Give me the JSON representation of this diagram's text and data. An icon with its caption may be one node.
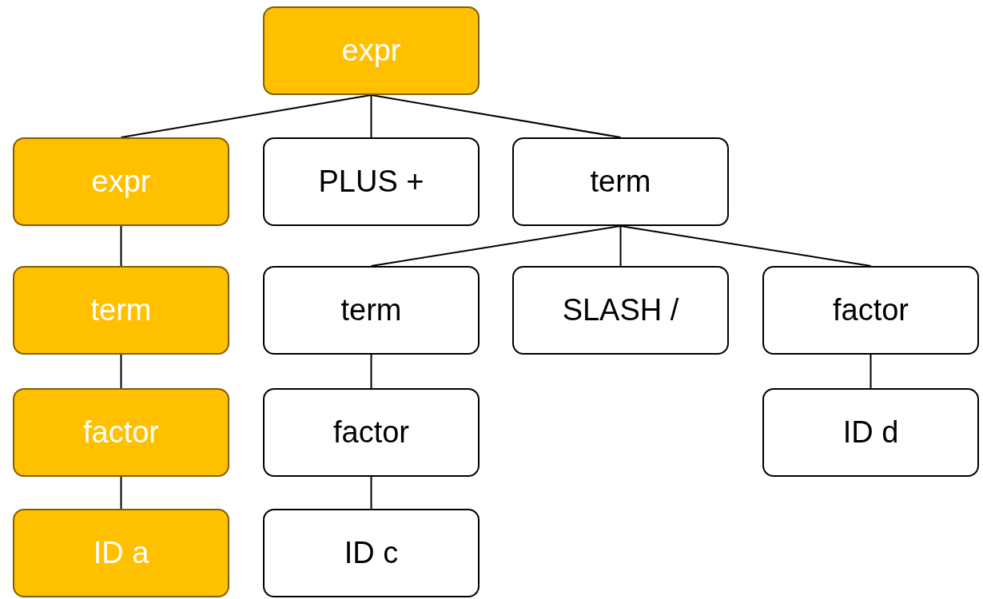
{
  "diagram": {
    "nodes": [
      {
        "text": [
          "expr"
        ]
      },
      {
        "text": [
          "expr"
        ]
      },
      {
        "text": [
          "PLUS +"
        ]
      },
      {
        "text": [
          "term"
        ]
      },
      {
        "text": [
          "term"
        ]
      },
      {
        "text": [
          "term"
        ]
      },
      {
        "text": [
          "SLASH /"
        ]
      },
      {
        "text": [
          "factor"
        ]
      },
      {
        "text": [
          "factor"
        ]
      },
      {
        "text": [
          "factor"
        ]
      },
      {
        "text": [
          "ID d"
        ]
      },
      {
        "text": [
          "ID a"
        ]
      },
      {
        "text": [
          "ID c"
        ]
      }
    ],
    "edges": [
      {
        "from": 0,
        "to": 1,
        "arrow": "none"
      },
      {
        "from": 0,
        "to": 2,
        "arrow": "none"
      },
      {
        "from": 0,
        "to": 3,
        "arrow": "none"
      },
      {
        "from": 1,
        "to": 4,
        "arrow": "none"
      },
      {
        "from": 3,
        "to": 5,
        "arrow": "none"
      },
      {
        "from": 3,
        "to": 6,
        "arrow": "none"
      },
      {
        "from": 3,
        "to": 7,
        "arrow": "none"
      },
      {
        "from": 4,
        "to": 8,
        "arrow": "none"
      },
      {
        "from": 5,
        "to": 9,
        "arrow": "none"
      },
      {
        "from": 7,
        "to": 10,
        "arrow": "none"
      },
      {
        "from": 8,
        "to": 11,
        "arrow": "none"
      },
      {
        "from": 9,
        "to": 12,
        "arrow": "none"
      }
    ]
  }
}
